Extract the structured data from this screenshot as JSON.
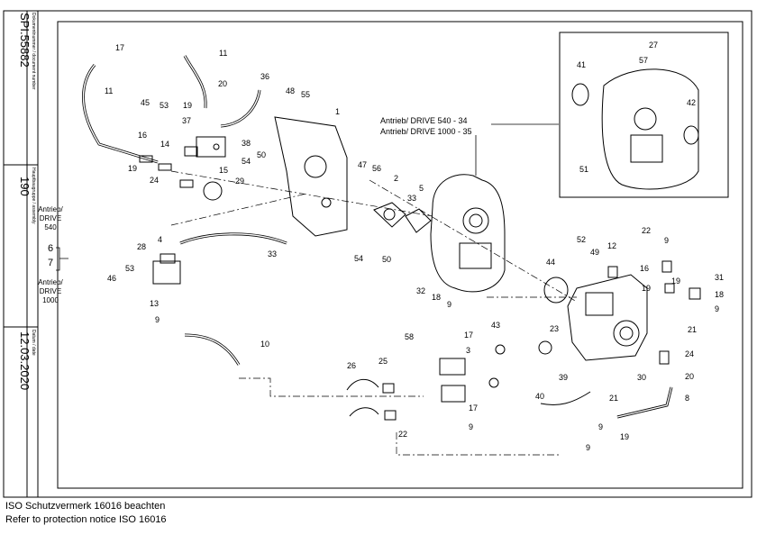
{
  "title_block": {
    "doc_number": "SPI.55882",
    "doc_number_label": "Dokumentnummer / document number",
    "assembly_number": "190",
    "assembly_label": "Hauptbaugruppe / assembly",
    "date": "12.03.2020",
    "date_label": "Datum / date"
  },
  "variants": {
    "left_top_label_1": "Antrieb/",
    "left_top_label_2": "DRIVE",
    "left_top_label_3": "540",
    "num_6": "6",
    "num_7": "7",
    "left_bot_label_1": "Antrieb/",
    "left_bot_label_2": "DRIVE",
    "left_bot_label_3": "1000",
    "drive_540": "Antrieb/ DRIVE 540   - 34",
    "drive_1000": "Antrieb/ DRIVE 1000 - 35"
  },
  "callouts": [
    "17",
    "11",
    "11",
    "36",
    "20",
    "19",
    "37",
    "38",
    "45",
    "53",
    "48",
    "55",
    "1",
    "16",
    "14",
    "54",
    "50",
    "15",
    "19",
    "24",
    "29",
    "47",
    "56",
    "2",
    "33",
    "5",
    "54",
    "50",
    "4",
    "33",
    "28",
    "53",
    "46",
    "13",
    "9",
    "10",
    "32",
    "18",
    "9",
    "17",
    "58",
    "3",
    "26",
    "25",
    "43",
    "23",
    "44",
    "52",
    "49",
    "12",
    "22",
    "9",
    "16",
    "19",
    "19",
    "31",
    "18",
    "9",
    "21",
    "24",
    "20",
    "8",
    "30",
    "39",
    "40",
    "21",
    "9",
    "19",
    "9",
    "22",
    "17",
    "9",
    "41",
    "27",
    "57",
    "42",
    "51"
  ],
  "footer": {
    "line1": "ISO Schutzvermerk 16016 beachten",
    "line2": "Refer to protection notice ISO 16016"
  },
  "colors": {
    "line": "#000000",
    "background": "#ffffff"
  }
}
